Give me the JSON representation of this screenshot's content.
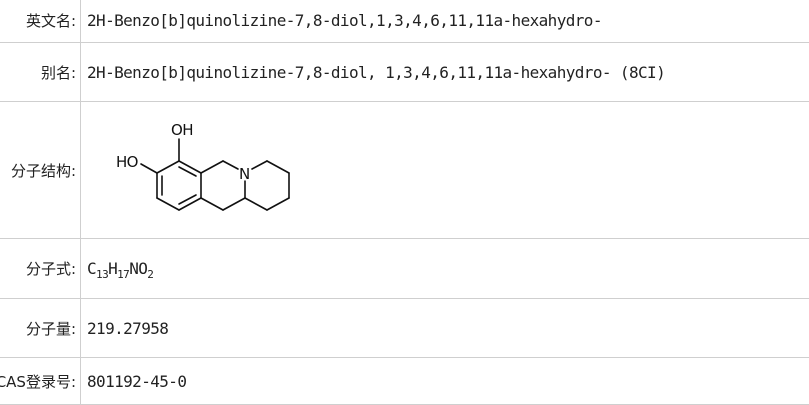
{
  "rows": {
    "english_name": {
      "label": "英文名:",
      "value": "2H-Benzo[b]quinolizine-7,8-diol,1,3,4,6,11,11a-hexahydro-"
    },
    "alias": {
      "label": "别名:",
      "value": "2H-Benzo[b]quinolizine-7,8-diol, 1,3,4,6,11,11a-hexahydro- (8CI)"
    },
    "structure": {
      "label": "分子结构:",
      "atom_labels": {
        "oh_top": "OH",
        "ho_left": "HO",
        "nitrogen": "N"
      }
    },
    "formula": {
      "label": "分子式:",
      "parts": [
        "C",
        "13",
        "H",
        "17",
        "NO",
        "2"
      ]
    },
    "molecular_weight": {
      "label": "分子量:",
      "value": "219.27958"
    },
    "cas": {
      "label": "CAS登录号:",
      "value": "801192-45-0"
    }
  }
}
